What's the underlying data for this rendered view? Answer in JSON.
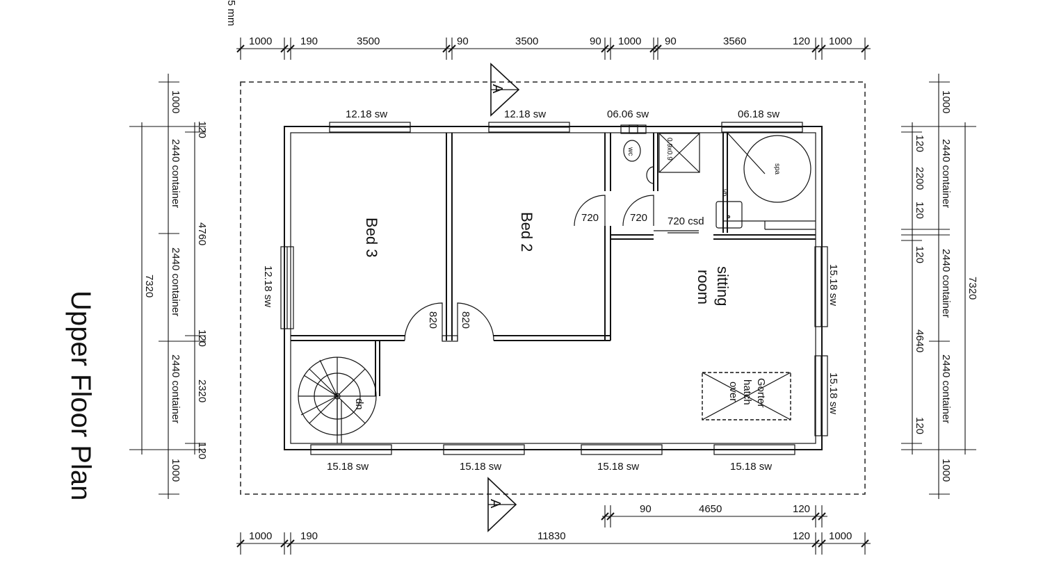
{
  "title": "Upper Floor Plan",
  "scale_fragment": "5 mm",
  "section_marker": "A",
  "rooms": {
    "bed3": "Bed 3",
    "bed2": "Bed 2",
    "sitting_1": "sitting",
    "sitting_2": "room"
  },
  "fixtures": {
    "wc": "wc",
    "spa": "spa",
    "vb": "vb",
    "shower": "0.9x0.9",
    "dn": "dn",
    "hatch_1": "Gorter",
    "hatch_2": "hatch",
    "hatch_3": "over"
  },
  "windows": {
    "top_1": "12.18 sw",
    "top_2": "12.18 sw",
    "top_3": "06.06 sw",
    "top_4": "06.18 sw",
    "left": "12.18 sw",
    "right_1": "15.18 sw",
    "right_2": "15.18 sw",
    "bottom_1": "15.18 sw",
    "bottom_2": "15.18 sw",
    "bottom_3": "15.18 sw",
    "bottom_4": "15.18 sw"
  },
  "doors": {
    "d720_a": "720",
    "d720_b": "720",
    "csd": "720 csd",
    "d820_a": "820",
    "d820_b": "820"
  },
  "dims_top": [
    "1000",
    "190",
    "3500",
    "90",
    "3500",
    "90",
    "1000",
    "90",
    "3560",
    "120",
    "1000"
  ],
  "dims_bottom": [
    "1000",
    "190",
    "11830",
    "120",
    "1000"
  ],
  "dims_bottom_inner": [
    "90",
    "4650",
    "120"
  ],
  "dims_left_outer": [
    "1000",
    "7320",
    "1000"
  ],
  "dims_left_container": [
    "2440 container",
    "2440 container",
    "2440 container"
  ],
  "dims_left_inner": [
    "120",
    "4760",
    "120",
    "2320",
    "120"
  ],
  "dims_right_inner": [
    "120",
    "2200",
    "120",
    "120",
    "4640",
    "120"
  ],
  "dims_right_container": [
    "1000",
    "2440 container",
    "2440 container",
    "2440 container",
    "1000"
  ],
  "dims_right_outer": [
    "7320"
  ]
}
